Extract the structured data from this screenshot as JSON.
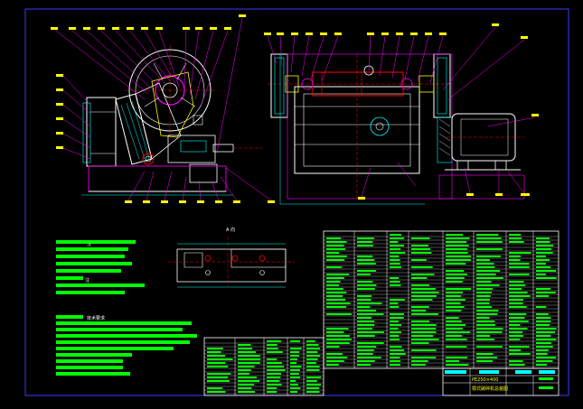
{
  "drawing": {
    "section_label": "A 向",
    "notes_title_top": "注",
    "notes_title_mid": "注",
    "tech_req_title": "技术要求",
    "title_block_code": "PE250×400",
    "title_block_name": "颚式破碎机总装图"
  },
  "colors": {
    "background": "#000000",
    "frame": "#3a3aff",
    "outline": "#ffffff",
    "leader": "#ff00ff",
    "dimension": "#00ffff",
    "parts": "#ffff00",
    "text": "#00ff00",
    "center": "#ff0000"
  }
}
